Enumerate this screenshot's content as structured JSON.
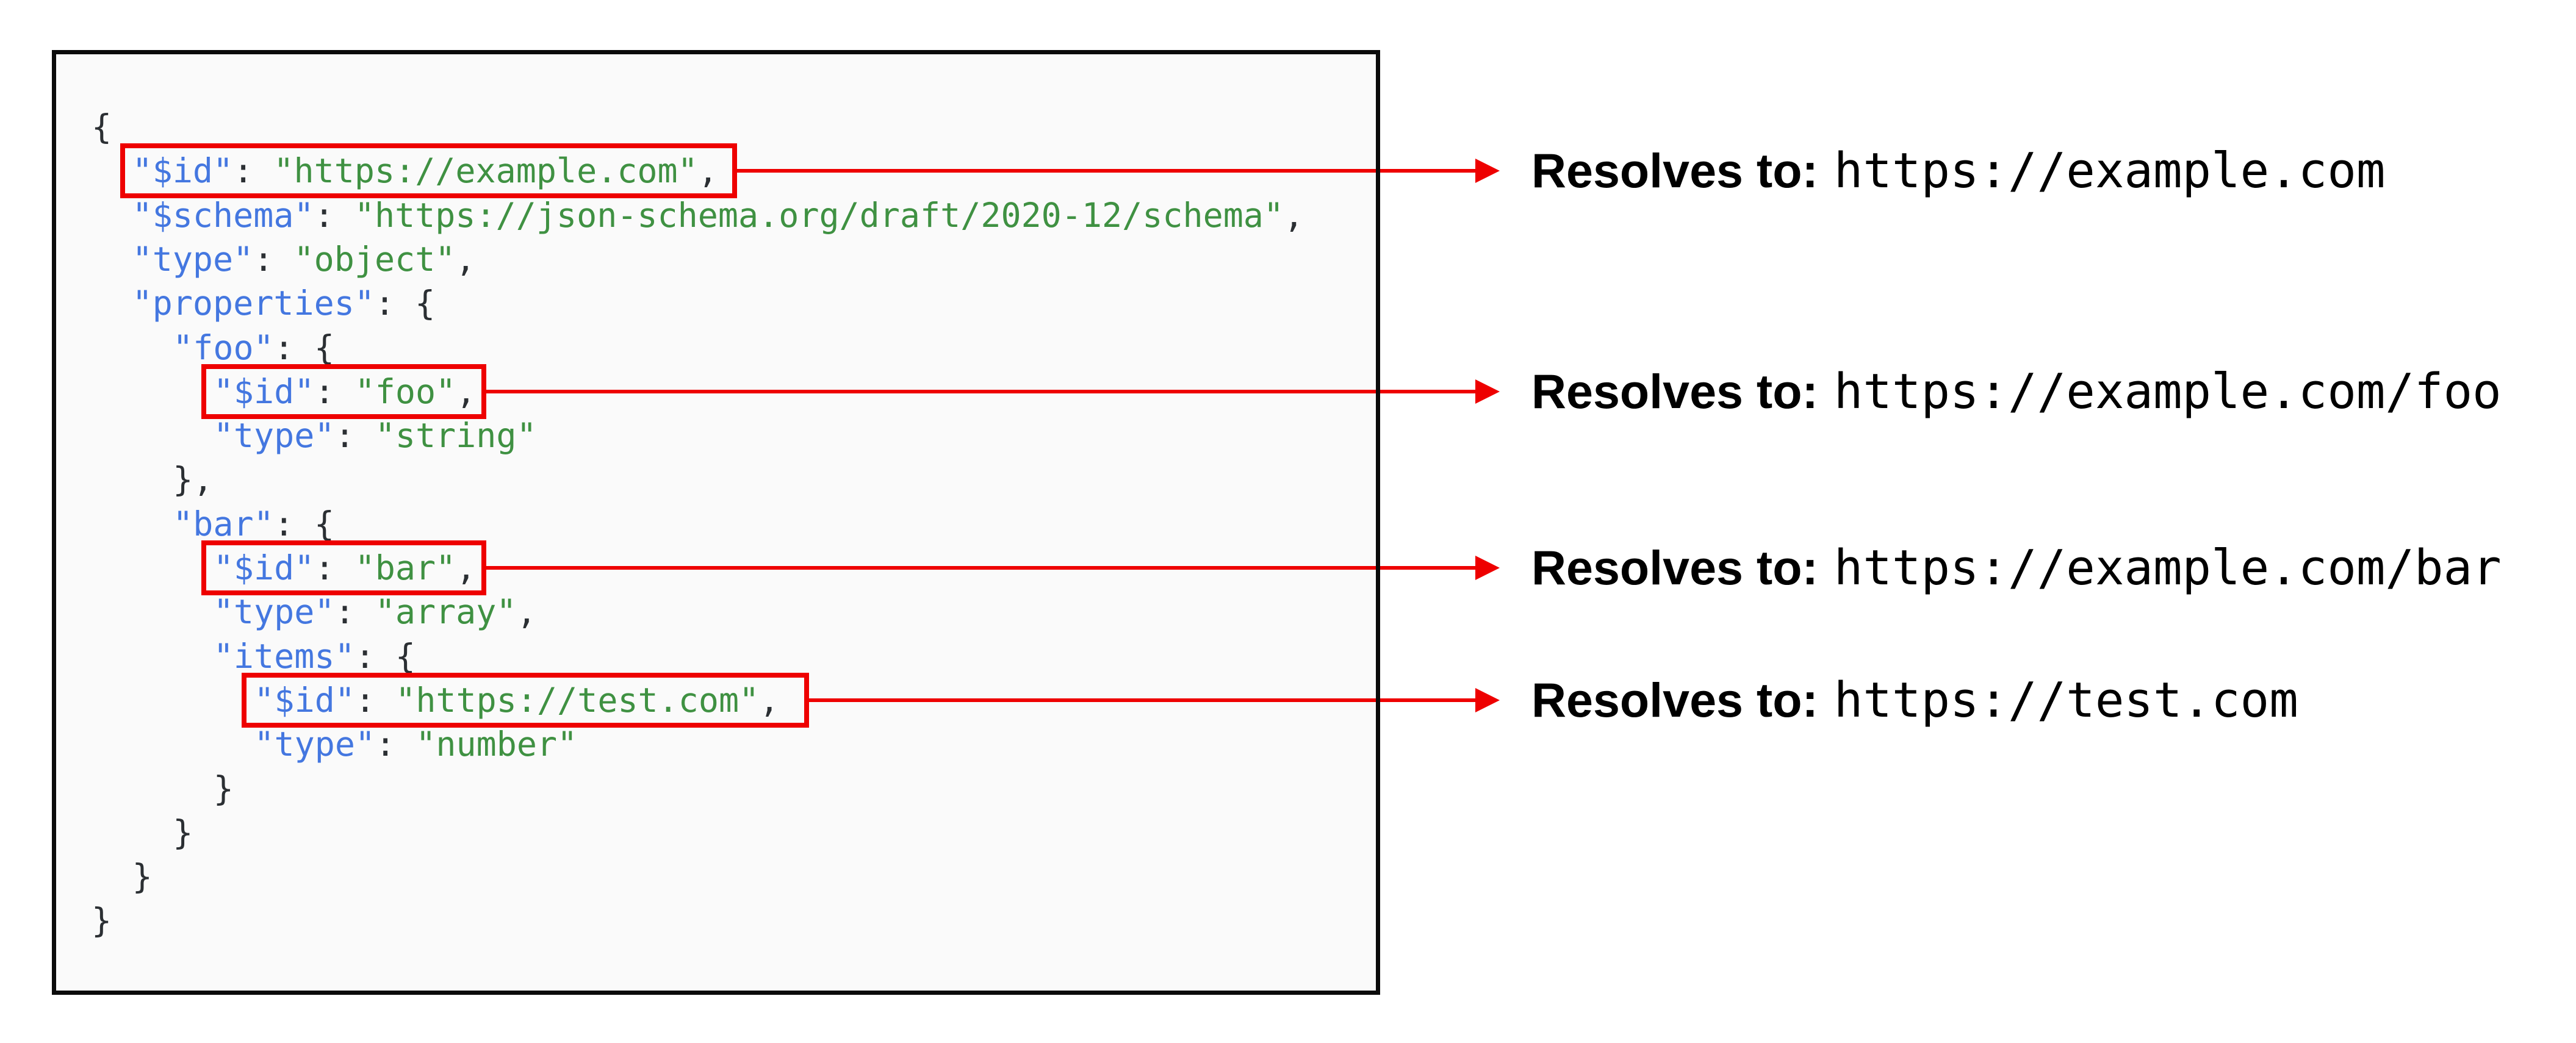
{
  "colors": {
    "panel_background": "#fafafa",
    "panel_border": "#0b0b0b",
    "key": "#4477e0",
    "string": "#3f9142",
    "punctuation": "#2b2f33",
    "highlight_red": "#ee0000",
    "annotation_text": "#000000"
  },
  "code_panel": {
    "language": "json",
    "lines": [
      {
        "indent": 0,
        "boxed": false,
        "tokens": [
          {
            "type": "punc",
            "text": "{"
          }
        ]
      },
      {
        "indent": 1,
        "boxed": true,
        "tokens": [
          {
            "type": "key",
            "text": "\"$id\""
          },
          {
            "type": "punc",
            "text": ": "
          },
          {
            "type": "string",
            "text": "\"https://example.com\""
          },
          {
            "type": "punc",
            "text": ","
          }
        ]
      },
      {
        "indent": 1,
        "boxed": false,
        "tokens": [
          {
            "type": "key",
            "text": "\"$schema\""
          },
          {
            "type": "punc",
            "text": ": "
          },
          {
            "type": "string",
            "text": "\"https://json-schema.org/draft/2020-12/schema\""
          },
          {
            "type": "punc",
            "text": ","
          }
        ]
      },
      {
        "indent": 1,
        "boxed": false,
        "tokens": [
          {
            "type": "key",
            "text": "\"type\""
          },
          {
            "type": "punc",
            "text": ": "
          },
          {
            "type": "string",
            "text": "\"object\""
          },
          {
            "type": "punc",
            "text": ","
          }
        ]
      },
      {
        "indent": 1,
        "boxed": false,
        "tokens": [
          {
            "type": "key",
            "text": "\"properties\""
          },
          {
            "type": "punc",
            "text": ": {"
          }
        ]
      },
      {
        "indent": 2,
        "boxed": false,
        "tokens": [
          {
            "type": "key",
            "text": "\"foo\""
          },
          {
            "type": "punc",
            "text": ": {"
          }
        ]
      },
      {
        "indent": 3,
        "boxed": true,
        "tokens": [
          {
            "type": "key",
            "text": "\"$id\""
          },
          {
            "type": "punc",
            "text": ": "
          },
          {
            "type": "string",
            "text": "\"foo\""
          },
          {
            "type": "punc",
            "text": ","
          }
        ]
      },
      {
        "indent": 3,
        "boxed": false,
        "tokens": [
          {
            "type": "key",
            "text": "\"type\""
          },
          {
            "type": "punc",
            "text": ": "
          },
          {
            "type": "string",
            "text": "\"string\""
          }
        ]
      },
      {
        "indent": 2,
        "boxed": false,
        "tokens": [
          {
            "type": "punc",
            "text": "},"
          }
        ]
      },
      {
        "indent": 2,
        "boxed": false,
        "tokens": [
          {
            "type": "key",
            "text": "\"bar\""
          },
          {
            "type": "punc",
            "text": ": {"
          }
        ]
      },
      {
        "indent": 3,
        "boxed": true,
        "tokens": [
          {
            "type": "key",
            "text": "\"$id\""
          },
          {
            "type": "punc",
            "text": ": "
          },
          {
            "type": "string",
            "text": "\"bar\""
          },
          {
            "type": "punc",
            "text": ","
          }
        ]
      },
      {
        "indent": 3,
        "boxed": false,
        "tokens": [
          {
            "type": "key",
            "text": "\"type\""
          },
          {
            "type": "punc",
            "text": ": "
          },
          {
            "type": "string",
            "text": "\"array\""
          },
          {
            "type": "punc",
            "text": ","
          }
        ]
      },
      {
        "indent": 3,
        "boxed": false,
        "tokens": [
          {
            "type": "key",
            "text": "\"items\""
          },
          {
            "type": "punc",
            "text": ": {"
          }
        ]
      },
      {
        "indent": 4,
        "boxed": true,
        "tokens": [
          {
            "type": "key",
            "text": "\"$id\""
          },
          {
            "type": "punc",
            "text": ": "
          },
          {
            "type": "string",
            "text": "\"https://test.com\""
          },
          {
            "type": "punc",
            "text": ","
          }
        ]
      },
      {
        "indent": 4,
        "boxed": false,
        "tokens": [
          {
            "type": "key",
            "text": "\"type\""
          },
          {
            "type": "punc",
            "text": ": "
          },
          {
            "type": "string",
            "text": "\"number\""
          }
        ]
      },
      {
        "indent": 3,
        "boxed": false,
        "tokens": [
          {
            "type": "punc",
            "text": "}"
          }
        ]
      },
      {
        "indent": 2,
        "boxed": false,
        "tokens": [
          {
            "type": "punc",
            "text": "}"
          }
        ]
      },
      {
        "indent": 1,
        "boxed": false,
        "tokens": [
          {
            "type": "punc",
            "text": "}"
          }
        ]
      },
      {
        "indent": 0,
        "boxed": false,
        "tokens": [
          {
            "type": "punc",
            "text": "}"
          }
        ]
      }
    ]
  },
  "annotations": [
    {
      "label": "Resolves to:",
      "value": "https://example.com"
    },
    {
      "label": "Resolves to:",
      "value": "https://example.com/foo"
    },
    {
      "label": "Resolves to:",
      "value": "https://example.com/bar"
    },
    {
      "label": "Resolves to:",
      "value": "https://test.com"
    }
  ]
}
